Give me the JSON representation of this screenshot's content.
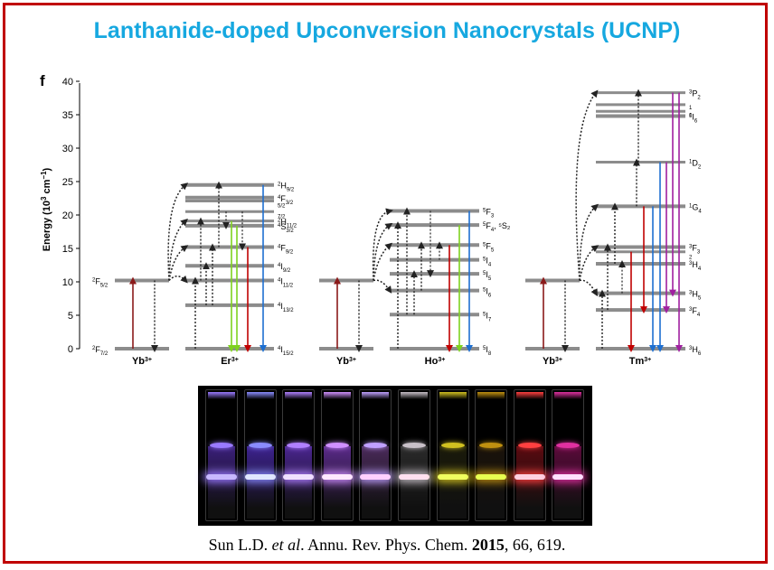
{
  "title": "Lanthanide-doped Upconversion Nanocrystals (UCNP)",
  "panel_letter": "f",
  "y_axis": {
    "label_prefix": "Energy (10",
    "label_exp": "3",
    "label_unit": " cm",
    "label_unit_exp": "−1",
    "label_suffix": ")",
    "min": 0,
    "max": 40,
    "ticks": [
      "0",
      "5",
      "10",
      "15",
      "20",
      "25",
      "30",
      "35",
      "40"
    ]
  },
  "groups": [
    {
      "sensitizer": "Yb",
      "activator": "Er",
      "charge": "3+"
    },
    {
      "sensitizer": "Yb",
      "activator": "Ho",
      "charge": "3+"
    },
    {
      "sensitizer": "Yb",
      "activator": "Tm",
      "charge": "3+"
    }
  ],
  "yb_labels": {
    "excited_main": "F",
    "excited_left": "2",
    "excited_sub": "5/2",
    "ground_main": "F",
    "ground_left": "2",
    "ground_sub": "7/2"
  },
  "er_levels": [
    {
      "e": 0,
      "left": "4",
      "main": "I",
      "sub": "15/2"
    },
    {
      "e": 6.5,
      "left": "4",
      "main": "I",
      "sub": "13/2"
    },
    {
      "e": 10.2,
      "left": "4",
      "main": "I",
      "sub": "11/2"
    },
    {
      "e": 12.4,
      "left": "4",
      "main": "I",
      "sub": "9/2"
    },
    {
      "e": 15.2,
      "left": "4",
      "main": "F",
      "sub": "9/2"
    },
    {
      "e": 18.4,
      "left": "4",
      "main": "S",
      "sub": "3/2"
    },
    {
      "e": 19.1,
      "left": "2",
      "main": "H",
      "sub": "11/2"
    },
    {
      "e": 20.5,
      "left": "",
      "main": "",
      "sub": "7/2"
    },
    {
      "e": 22.1,
      "left": "",
      "main": "",
      "sub": "5/2"
    },
    {
      "e": 22.6,
      "left": "4",
      "main": "F",
      "sub": "3/2"
    },
    {
      "e": 24.5,
      "left": "2",
      "main": "H",
      "sub": "9/2"
    }
  ],
  "ho_levels": [
    {
      "e": 0,
      "left": "5",
      "main": "I",
      "sub": "8"
    },
    {
      "e": 5.1,
      "left": "5",
      "main": "I",
      "sub": "7"
    },
    {
      "e": 8.7,
      "left": "5",
      "main": "I",
      "sub": "6"
    },
    {
      "e": 11.2,
      "left": "5",
      "main": "I",
      "sub": "5"
    },
    {
      "e": 13.3,
      "left": "5",
      "main": "I",
      "sub": "4"
    },
    {
      "e": 15.5,
      "left": "5",
      "main": "F",
      "sub": "5"
    },
    {
      "e": 18.5,
      "left": "5",
      "main": "F",
      "sub": "4",
      "extra": ", ⁵S₂"
    },
    {
      "e": 20.6,
      "left": "5",
      "main": "F",
      "sub": "3"
    }
  ],
  "tm_levels": [
    {
      "e": 0,
      "left": "3",
      "main": "H",
      "sub": "6"
    },
    {
      "e": 5.8,
      "left": "3",
      "main": "F",
      "sub": "4"
    },
    {
      "e": 8.3,
      "left": "3",
      "main": "H",
      "sub": "5"
    },
    {
      "e": 12.7,
      "left": "3",
      "main": "H",
      "sub": "4"
    },
    {
      "e": 14.5,
      "left": "",
      "main": "",
      "sub": "2"
    },
    {
      "e": 15.2,
      "left": "3",
      "main": "F",
      "sub": "3"
    },
    {
      "e": 21.3,
      "left": "1",
      "main": "G",
      "sub": "4"
    },
    {
      "e": 27.9,
      "left": "1",
      "main": "D",
      "sub": "2"
    },
    {
      "e": 34.8,
      "left": "1",
      "main": "I",
      "sub": "6"
    },
    {
      "e": 35.5,
      "left": "",
      "main": "",
      "sub": "0"
    },
    {
      "e": 36.5,
      "left": "",
      "main": "",
      "sub": "1"
    },
    {
      "e": 38.3,
      "left": "3",
      "main": "P",
      "sub": "2"
    }
  ],
  "colors": {
    "title": "#16a8e0",
    "frame": "#c00000",
    "level": "#8c8c8c",
    "red": "#c00000",
    "green": "#7fd21f",
    "blue": "#1e6fd0",
    "purple": "#a020a0",
    "dark_red": "#8b1a1a"
  },
  "citation": {
    "authors": "Sun L.D. ",
    "etal": "et al",
    "journal": ". Annu. Rev. Phys. Chem. ",
    "year": "2015",
    "rest": ", 66, 619."
  }
}
